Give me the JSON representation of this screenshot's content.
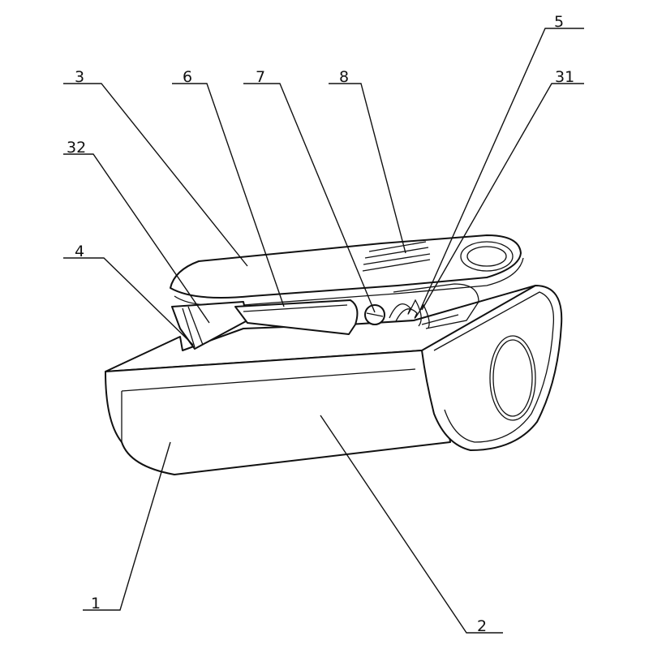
{
  "diagram": {
    "callouts": [
      {
        "id": "1",
        "text": "1"
      },
      {
        "id": "2",
        "text": "2"
      },
      {
        "id": "3",
        "text": "3"
      },
      {
        "id": "4",
        "text": "4"
      },
      {
        "id": "5",
        "text": "5"
      },
      {
        "id": "6",
        "text": "6"
      },
      {
        "id": "7",
        "text": "7"
      },
      {
        "id": "8",
        "text": "8"
      },
      {
        "id": "31",
        "text": "31"
      },
      {
        "id": "32",
        "text": "32"
      }
    ],
    "colors": {
      "line": "#111111",
      "background": "#ffffff"
    }
  }
}
